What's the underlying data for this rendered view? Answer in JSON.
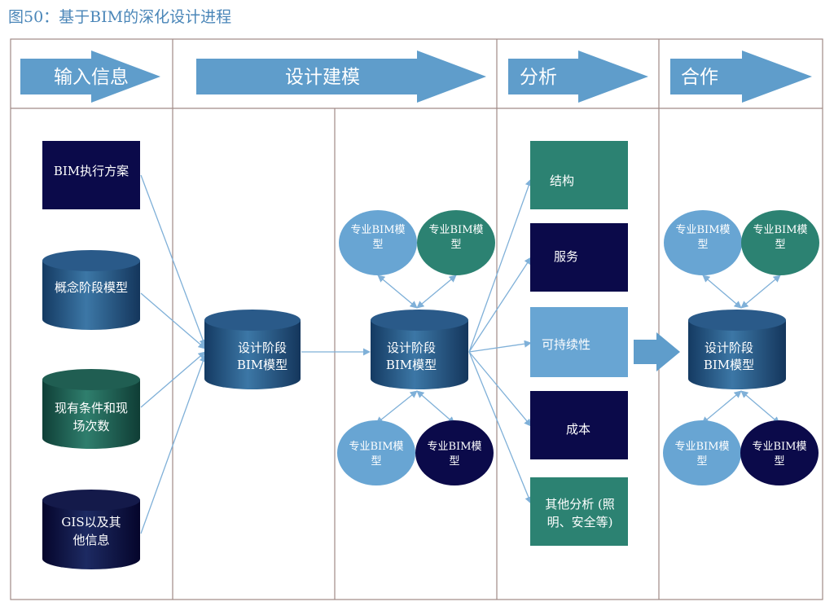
{
  "title": "图50：基于BIM的深化设计进程",
  "headers": {
    "input": "输入信息",
    "modeling": "设计建模",
    "analysis": "分析",
    "cooperation": "合作"
  },
  "inputs": {
    "plan_line1": "BIM执行方案",
    "concept_line1": "概念阶段模型",
    "existing_line1": "现有条件和现",
    "existing_line2": "场次数",
    "gis_line1": "GIS以及其",
    "gis_line2": "他信息"
  },
  "design_model": {
    "line1": "设计阶段",
    "line2": "BIM模型"
  },
  "specialty": {
    "line1": "专业BIM模",
    "line2": "型"
  },
  "analysis_items": {
    "structure": "结构",
    "service": "服务",
    "sustainability": "可持续性",
    "cost": "成本",
    "other_line1": "其他分析 (照",
    "other_line2": "明、安全等)"
  },
  "colors": {
    "frame": "#a08a86",
    "arrow": "#5f9dcb",
    "navy": "#0b0a4a",
    "teal": "#2c8272",
    "light_blue": "#68a5d3",
    "connector": "#7fb0d8"
  }
}
